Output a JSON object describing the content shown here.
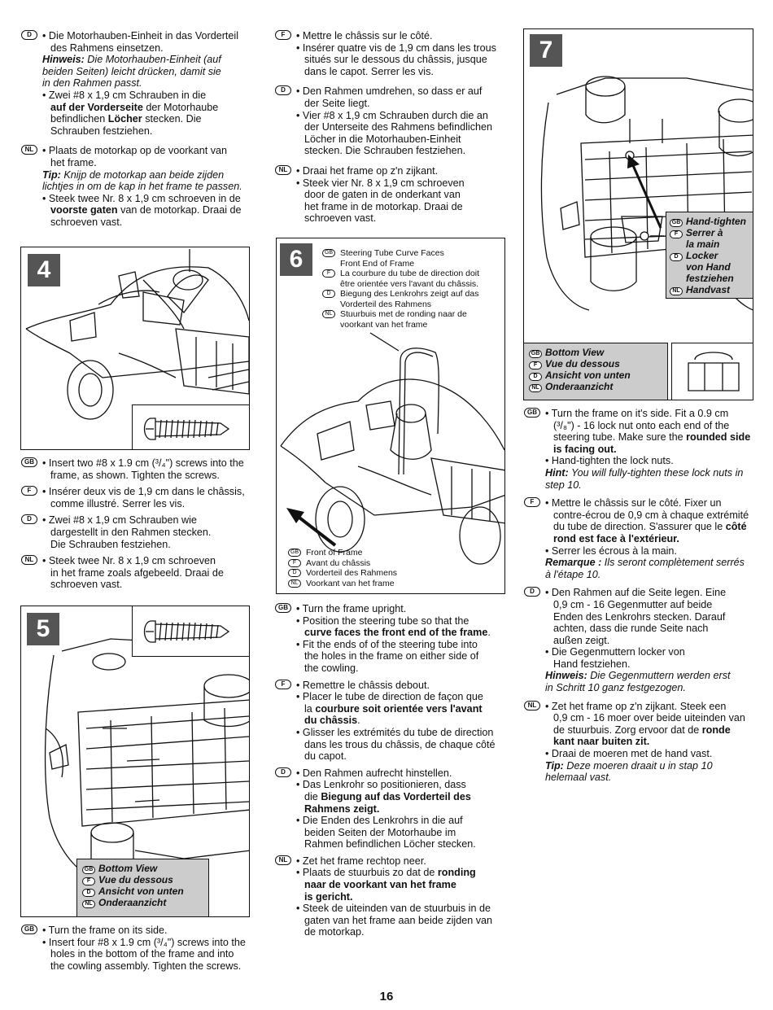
{
  "lang_codes": {
    "gb": "GB",
    "f": "F",
    "d": "D",
    "nl": "NL"
  },
  "col1_top": {
    "d": {
      "l1": "• Die Motorhauben-Einheit in das Vorderteil",
      "l2": "des Rahmens einsetzen.",
      "h_label": "Hinweis:",
      "h1": " Die Motorhauben-Einheit (auf",
      "h2": "beiden Seiten) leicht drücken, damit sie",
      "h3": "in den Rahmen passt.",
      "b1": "• Zwei #8 x 1,9 cm Schrauben in die",
      "b2_bold": "auf der Vorderseite",
      "b2": " der Motorhaube",
      "b3_pre": "befindlichen ",
      "b3_bold": "Löcher",
      "b3": " stecken. Die",
      "b4": "Schrauben festziehen."
    },
    "nl": {
      "l1": "• Plaats de motorkap op de voorkant van",
      "l2": "het frame.",
      "t_label": "Tip:",
      "t1": " Knijp de motorkap aan beide zijden",
      "t2": "lichtjes in om de kap in het frame te passen.",
      "b1": "• Steek twee Nr. 8 x 1,9 cm schroeven in de",
      "b2_bold": "voorste gaten",
      "b2": " van de motorkap. Draai de",
      "b3": "schroeven vast."
    }
  },
  "step4": {
    "number": "4",
    "gb1": "• Insert two #8 x 1.9 cm (³/₄\") screws into the",
    "gb2": "frame, as shown. Tighten the screws.",
    "f1": "• Insérer deux vis de 1,9 cm dans le châssis,",
    "f2": "comme illustré. Serrer les vis.",
    "d1": "• Zwei #8 x 1,9 cm Schrauben wie",
    "d2": "dargestellt in den Rahmen stecken.",
    "d3": "Die Schrauben festziehen.",
    "nl1": "• Steek twee Nr. 8 x 1,9 cm schroeven",
    "nl2": "in het frame zoals afgebeeld. Draai de",
    "nl3": "schroeven vast."
  },
  "step5": {
    "number": "5",
    "view": [
      "Bottom View",
      "Vue du dessous",
      "Ansicht von unten",
      "Onderaanzicht"
    ],
    "gb1": "• Turn the frame on its side.",
    "gb2": "• Insert four #8 x 1.9 cm (³/₄\") screws into the",
    "gb3": "holes in the bottom of the frame and into",
    "gb4": "the cowling assembly. Tighten the screws."
  },
  "col2_top": {
    "f1": "• Mettre le châssis sur le côté.",
    "f2": "• Insérer quatre vis de 1,9 cm dans les trous",
    "f3": "situés sur le dessous du châssis, jusque",
    "f4": "dans le capot. Serrer les vis.",
    "d1": "• Den Rahmen umdrehen, so dass er auf",
    "d2": "der Seite liegt.",
    "d3": "• Vier #8 x 1,9 cm Schrauben durch die an",
    "d4": "der Unterseite des Rahmens befindlichen",
    "d5": "Löcher in die Motorhauben-Einheit",
    "d6": "stecken. Die Schrauben festziehen.",
    "nl1": "• Draai het frame op z'n zijkant.",
    "nl2": "• Steek vier Nr. 8 x 1,9 cm schroeven",
    "nl3": "door de gaten in de onderkant van",
    "nl4": "het frame in de motorkap. Draai de",
    "nl5": "schroeven vast."
  },
  "step6": {
    "number": "6",
    "callout_top": {
      "gb1": "Steering Tube Curve Faces",
      "gb2": "Front End of Frame",
      "f1": "La courbure du tube de direction doit",
      "f2": "être orientée vers l'avant du châssis.",
      "d1": "Biegung des Lenkrohrs zeigt auf das",
      "d2": "Vorderteil des Rahmens",
      "nl1": "Stuurbuis met de ronding naar de",
      "nl2": "voorkant van het frame"
    },
    "callout_bottom": {
      "gb": "Front of Frame",
      "f": "Avant du châssis",
      "d": "Vorderteil des Rahmens",
      "nl": "Voorkant van het frame"
    },
    "gb": {
      "l1": "• Turn the frame upright.",
      "l2": "• Position the steering tube so that the",
      "l3_bold": "curve faces the front end of the frame",
      "l3": ".",
      "l4": "• Fit the ends of of the steering tube into",
      "l5": "the holes in the frame on either side of",
      "l6": "the cowling."
    },
    "f": {
      "l1": "• Remettre le châssis debout.",
      "l2": "• Placer le tube de direction de façon que",
      "l3_pre": "la ",
      "l3_bold": "courbure soit orientée vers l'avant",
      "l4_bold": "du châssis",
      "l4": ".",
      "l5": "• Glisser les extrémités du tube de direction",
      "l6": "dans les trous du châssis, de chaque côté",
      "l7": "du capot."
    },
    "d": {
      "l1": "• Den Rahmen aufrecht hinstellen.",
      "l2": "• Das Lenkrohr so positionieren, dass",
      "l3_pre": "die ",
      "l3_bold": "Biegung auf das Vorderteil des",
      "l4_bold": "Rahmens zeigt.",
      "l5": "• Die Enden des Lenkrohrs in die auf",
      "l6": "beiden Seiten der Motorhaube im",
      "l7": "Rahmen befindlichen Löcher stecken."
    },
    "nl": {
      "l1": "• Zet het frame rechtop neer.",
      "l2_pre": "• Plaats de stuurbuis zo dat de ",
      "l2_bold": "ronding",
      "l3_bold": "naar de voorkant van het frame",
      "l4_bold": "is gericht.",
      "l5": "• Steek de uiteinden van de stuurbuis in de",
      "l6": "gaten van het frame aan beide zijden van",
      "l7": "de motorkap."
    }
  },
  "step7": {
    "number": "7",
    "callout": {
      "gb": "Hand-tighten",
      "f1": "Serrer à",
      "f2": "la main",
      "d1": "Locker",
      "d2": "von Hand",
      "d3": "festziehen",
      "nl": "Handvast"
    },
    "view": [
      "Bottom View",
      "Vue du dessous",
      "Ansicht von unten",
      "Onderaanzicht"
    ],
    "gb": {
      "l1": "• Turn the frame on it's side. Fit a 0.9 cm",
      "l2_pre": "(³/₈\") - 16 lock nut onto each end of the",
      "l3_pre": "steering tube. Make sure the ",
      "l3_bold": "rounded side",
      "l4_bold": "is facing out.",
      "l5": "• Hand-tighten the lock nuts.",
      "h_label": "Hint:",
      "h1": " You will fully-tighten these lock nuts in",
      "h2": "step 10."
    },
    "f": {
      "l1": "• Mettre le châssis sur le côté. Fixer un",
      "l2": "contre-écrou de 0,9 cm à chaque extrémité",
      "l3_pre": "du tube de direction. S'assurer que le ",
      "l3_bold": "côté",
      "l4_bold": "rond est face à l'extérieur.",
      "l5": "• Serrer les écrous à la main.",
      "h_label": "Remarque :",
      "h1": " Ils seront complètement serrés",
      "h2": "à l'étape 10."
    },
    "d": {
      "l1": "• Den Rahmen auf die Seite legen. Eine",
      "l2": "0,9 cm - 16 Gegenmutter auf beide",
      "l3": "Enden des Lenkrohrs stecken. Darauf",
      "l4": "achten, dass die runde Seite nach",
      "l5": "außen zeigt.",
      "l6": "• Die Gegenmuttern locker von",
      "l7": "Hand festziehen.",
      "h_label": "Hinweis:",
      "h1": " Die Gegenmuttern werden erst",
      "h2": "in Schritt 10 ganz festgezogen."
    },
    "nl": {
      "l1": "• Zet het frame op z'n zijkant. Steek een",
      "l2": "0,9 cm - 16 moer over beide uiteinden van",
      "l3_pre": "de stuurbuis. Zorg ervoor dat de ",
      "l3_bold": "ronde",
      "l4_bold": "kant naar buiten zit.",
      "l5": "• Draai de moeren met de hand vast.",
      "t_label": "Tip:",
      "t1": " Deze moeren draait u in stap 10",
      "t2": "helemaal vast."
    }
  },
  "page_number": "16"
}
